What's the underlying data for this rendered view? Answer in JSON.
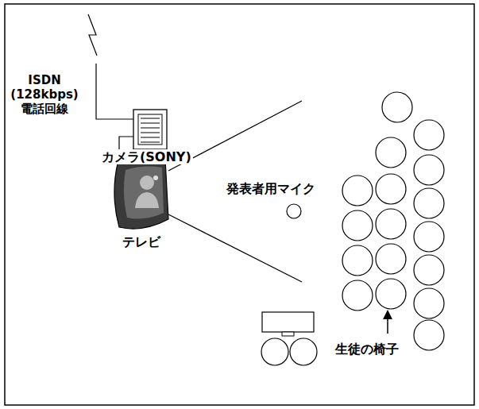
{
  "diagram": {
    "labels": [
      "ISDN (128kbps) 電話回線",
      "カメラ(SONY)",
      "テレビ",
      "発表者用マイク",
      "生徒の椅子"
    ]
  }
}
